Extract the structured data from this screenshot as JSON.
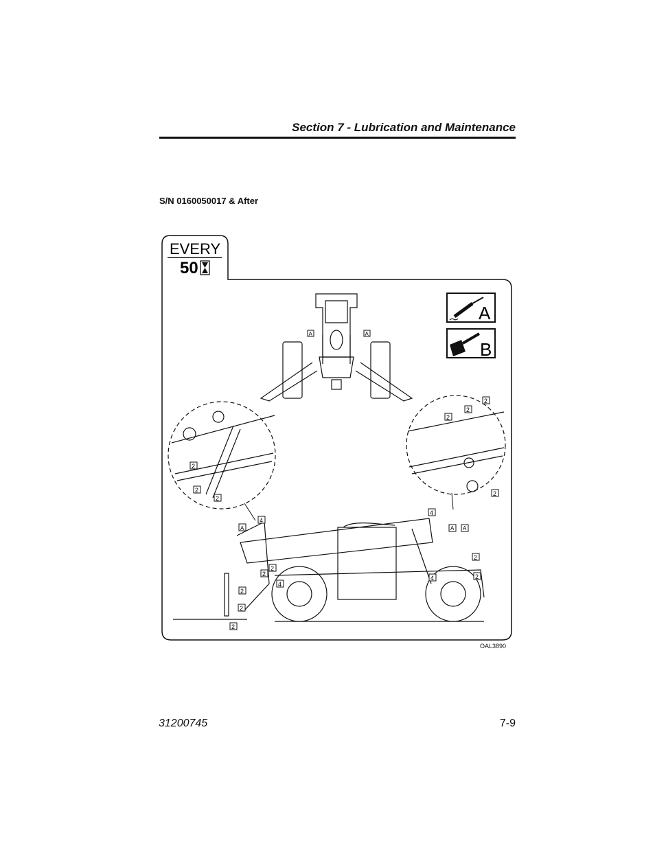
{
  "header": {
    "section_title": "Section 7 - Lubrication and Maintenance"
  },
  "subheading": "S/N 0160050017 & After",
  "interval_badge": {
    "label": "EVERY",
    "value": "50",
    "icon": "hourglass-icon"
  },
  "legend": [
    {
      "letter": "A",
      "icon": "grease-gun-icon"
    },
    {
      "letter": "B",
      "icon": "paint-brush-icon"
    }
  ],
  "callouts": {
    "grease": "A",
    "two": "2",
    "four": "4"
  },
  "figure_id": "OAL3890",
  "footer": {
    "doc_number": "31200745",
    "page_number": "7-9"
  }
}
